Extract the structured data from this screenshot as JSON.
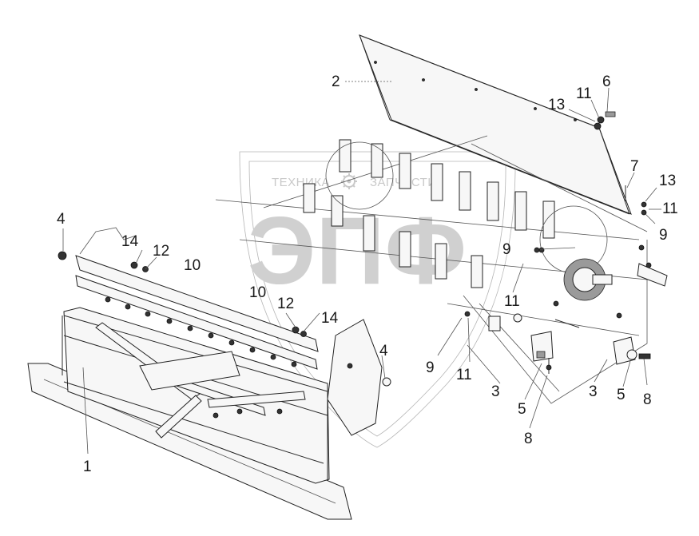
{
  "watermark": {
    "text_left": "ТЕХНИКА",
    "text_right": "ЗАПЧАСТИ",
    "logo_letters": "ЭПФ",
    "icon": "gear-icon"
  },
  "callouts": [
    "1",
    "2",
    "3",
    "3",
    "4",
    "4",
    "5",
    "5",
    "6",
    "7",
    "8",
    "8",
    "9",
    "9",
    "9",
    "10",
    "10",
    "11",
    "11",
    "11",
    "11",
    "12",
    "12",
    "13",
    "13",
    "14",
    "14"
  ]
}
